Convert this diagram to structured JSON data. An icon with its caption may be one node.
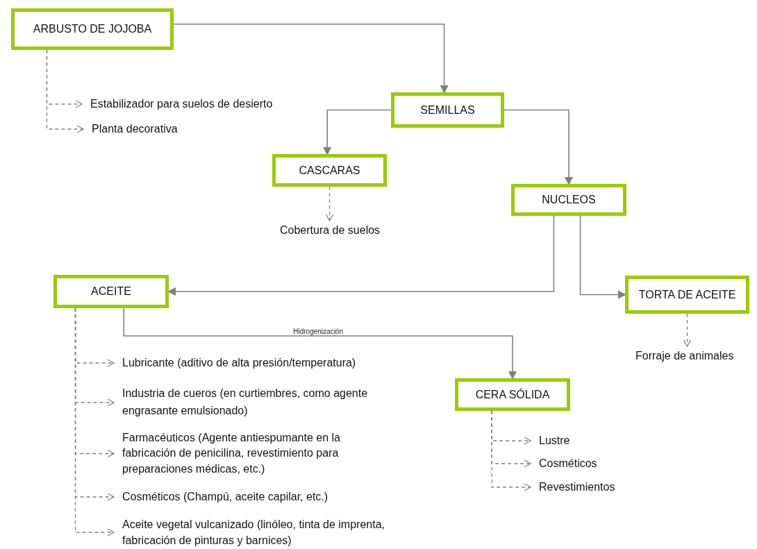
{
  "diagram": {
    "nodes": [
      {
        "text": [
          "ARBUSTO DE JOJOBA"
        ]
      },
      {
        "text": [
          "Estabilizador para suelos de desierto"
        ]
      },
      {
        "text": [
          "Planta decorativa"
        ]
      },
      {
        "text": [
          "SEMILLAS"
        ]
      },
      {
        "text": [
          "CASCARAS"
        ]
      },
      {
        "text": [
          "Cobertura de suelos"
        ]
      },
      {
        "text": [
          "NUCLEOS"
        ]
      },
      {
        "text": [
          "ACEITE"
        ]
      },
      {
        "text": [
          "TORTA DE ACEITE"
        ]
      },
      {
        "text": [
          "Forraje de animales"
        ]
      },
      {
        "text": [
          "CERA SÓLIDA"
        ]
      },
      {
        "text": [
          "Lubricante (aditivo de alta presión/temperatura)"
        ]
      },
      {
        "text": [
          "Industria de cueros (en curtiembres, como agente engrasante emulsionado)"
        ]
      },
      {
        "text": [
          "Farmacéuticos (Agente antiespumante en la fabricación de penicilina, revestimiento para preparaciones médicas, etc.)"
        ]
      },
      {
        "text": [
          "Cosméticos (Champú, aceite capilar, etc.)"
        ]
      },
      {
        "text": [
          "Aceite vegetal vulcanizado (linóleo, tinta de imprenta, fabricación de pinturas y barnices)"
        ]
      },
      {
        "text": [
          "Lustre"
        ]
      },
      {
        "text": [
          "Cosméticos"
        ]
      },
      {
        "text": [
          "Revestimientos"
        ]
      }
    ],
    "edges": [
      {
        "from": 0,
        "to": 3,
        "arrow": "to"
      },
      {
        "from": 0,
        "to": 1,
        "arrow": "to",
        "style": "dashed"
      },
      {
        "from": 0,
        "to": 2,
        "arrow": "to",
        "style": "dashed"
      },
      {
        "from": 3,
        "to": 4,
        "arrow": "to"
      },
      {
        "from": 3,
        "to": 6,
        "arrow": "to"
      },
      {
        "from": 4,
        "to": 5,
        "arrow": "to",
        "style": "dashed"
      },
      {
        "from": 6,
        "to": 7,
        "arrow": "to"
      },
      {
        "from": 6,
        "to": 8,
        "arrow": "to"
      },
      {
        "from": 8,
        "to": 9,
        "arrow": "to",
        "style": "dashed"
      },
      {
        "from": 7,
        "to": 10,
        "arrow": "to",
        "label": "Hidrogenización"
      },
      {
        "from": 7,
        "to": 11,
        "arrow": "to",
        "style": "dashed"
      },
      {
        "from": 7,
        "to": 12,
        "arrow": "to",
        "style": "dashed"
      },
      {
        "from": 7,
        "to": 13,
        "arrow": "to",
        "style": "dashed"
      },
      {
        "from": 7,
        "to": 14,
        "arrow": "to",
        "style": "dashed"
      },
      {
        "from": 7,
        "to": 15,
        "arrow": "to",
        "style": "dashed"
      },
      {
        "from": 10,
        "to": 16,
        "arrow": "to",
        "style": "dashed"
      },
      {
        "from": 10,
        "to": 17,
        "arrow": "to",
        "style": "dashed"
      },
      {
        "from": 10,
        "to": 18,
        "arrow": "to",
        "style": "dashed"
      }
    ]
  }
}
